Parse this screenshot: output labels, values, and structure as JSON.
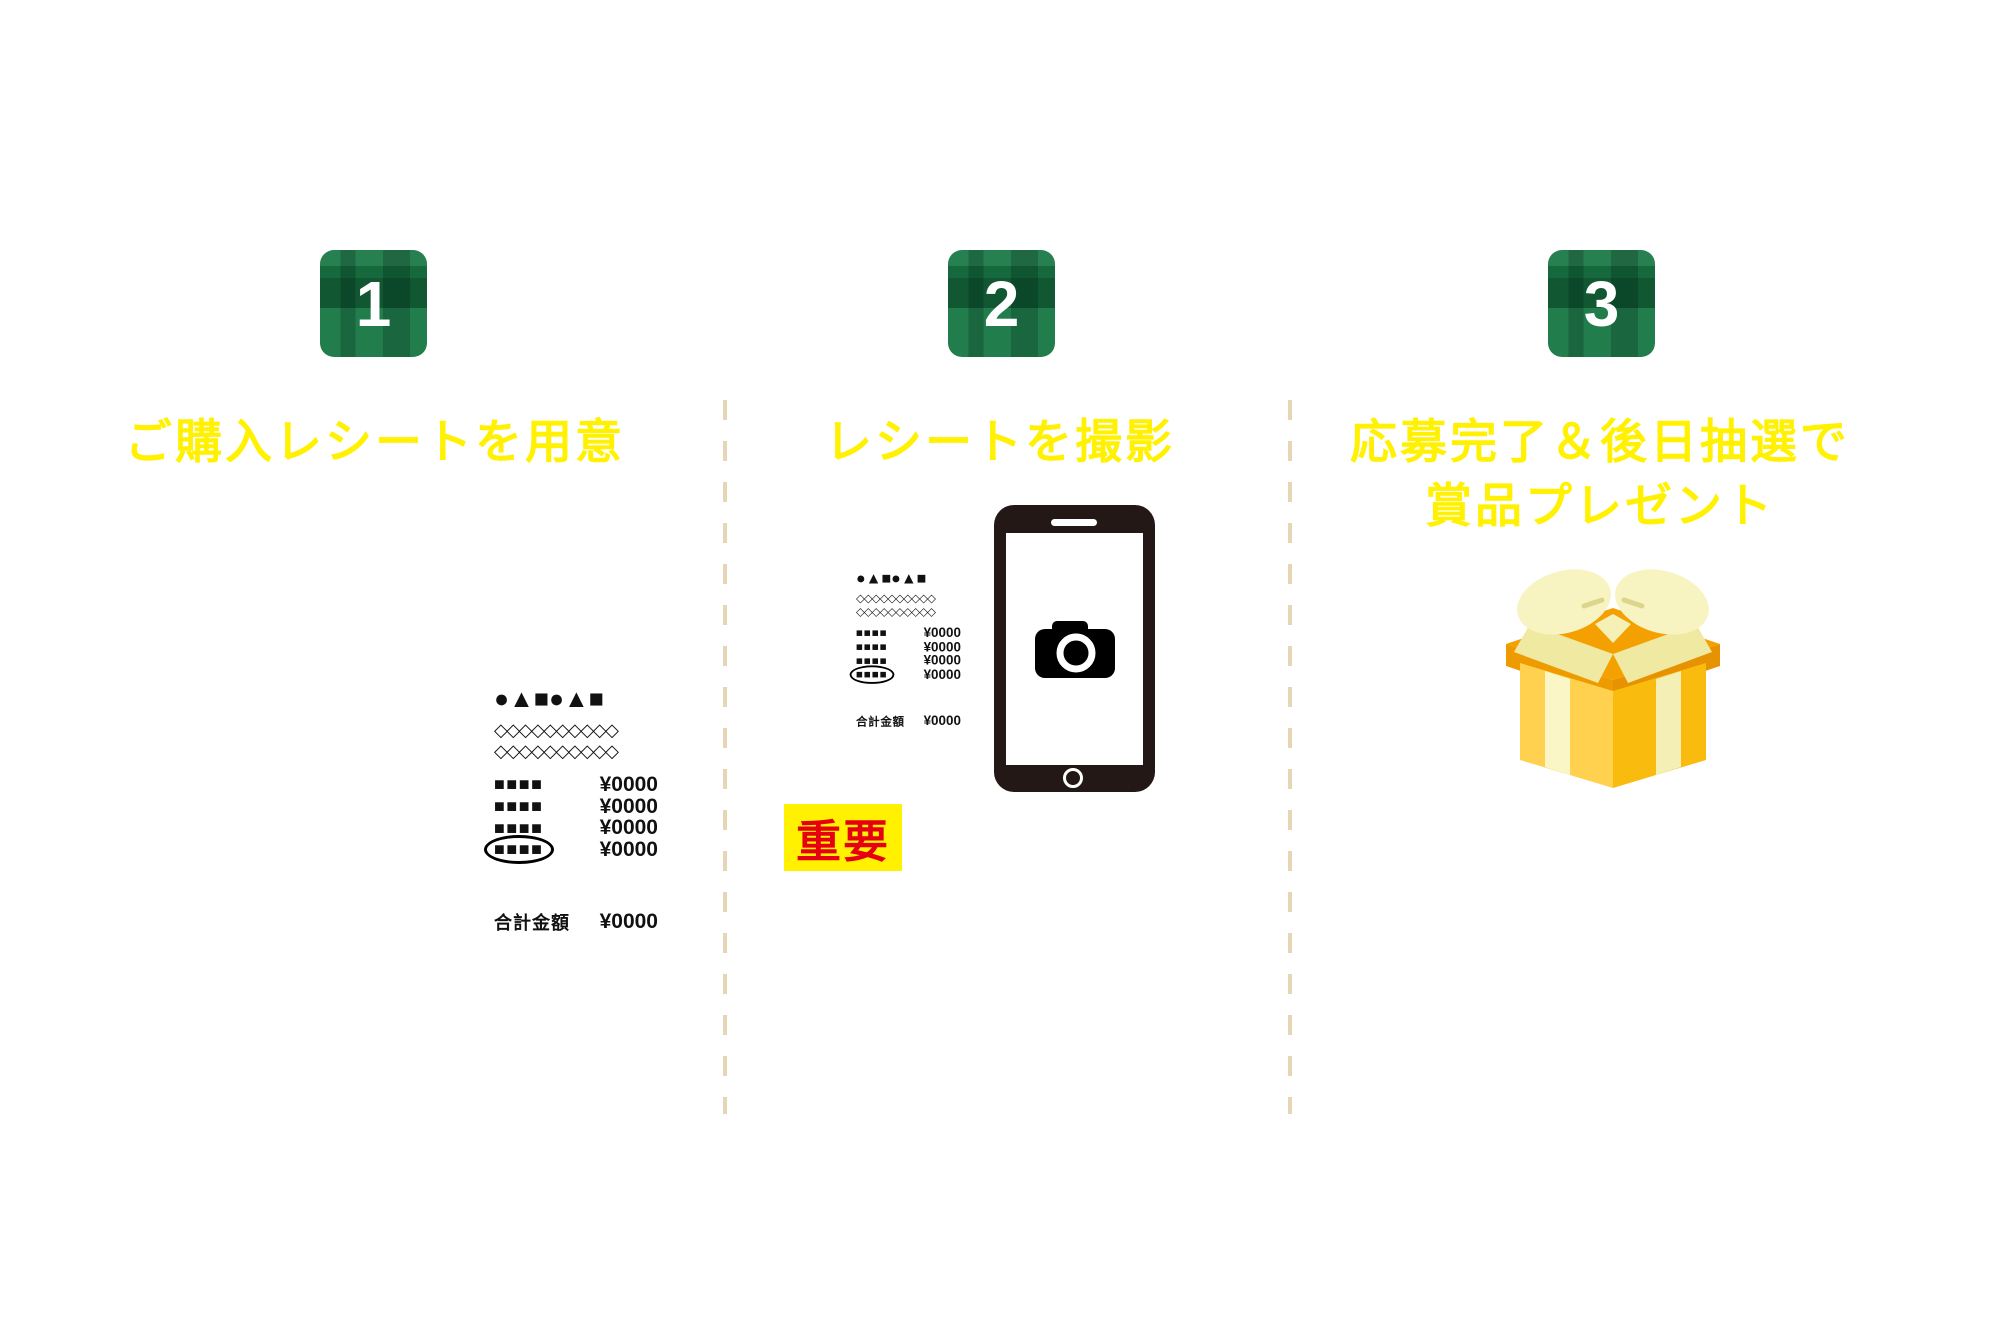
{
  "page": {
    "background": "#ffffff"
  },
  "steps": [
    {
      "number": "1",
      "title": "ご購入レシートを用意"
    },
    {
      "number": "2",
      "title": "レシートを撮影"
    },
    {
      "number": "3",
      "title": "応募完了＆後日抽選で",
      "title2": "賞品プレゼント"
    }
  ],
  "receipt": {
    "header_shapes": "●▲■●▲■",
    "decoration_row": "◇◇◇◇◇◇◇◇◇◇",
    "item_squares": "■■■■",
    "item_price": "¥0000",
    "item_row_count": 4,
    "circled_row_index": 4,
    "total_label": "合計金額",
    "total_price": "¥0000"
  },
  "important_label": "重要",
  "icons": [
    "step-badge-tartan",
    "receipt-icon",
    "smartphone-icon",
    "camera-icon",
    "gift-icon"
  ],
  "colors": {
    "heading_yellow": "#FFF100",
    "badge_green": "#1B7946",
    "badge_green_dark": "#0E5530",
    "important_red": "#E50012",
    "important_bg": "#FFF100",
    "divider_tan": "#E6D6B5",
    "phone_body": "#231815",
    "gift_box_yellow": "#FFD14E",
    "gift_box_yellow_dark": "#FABB0F",
    "gift_lid_orange": "#F4A000",
    "ribbon_cream": "#F8F4C2"
  }
}
